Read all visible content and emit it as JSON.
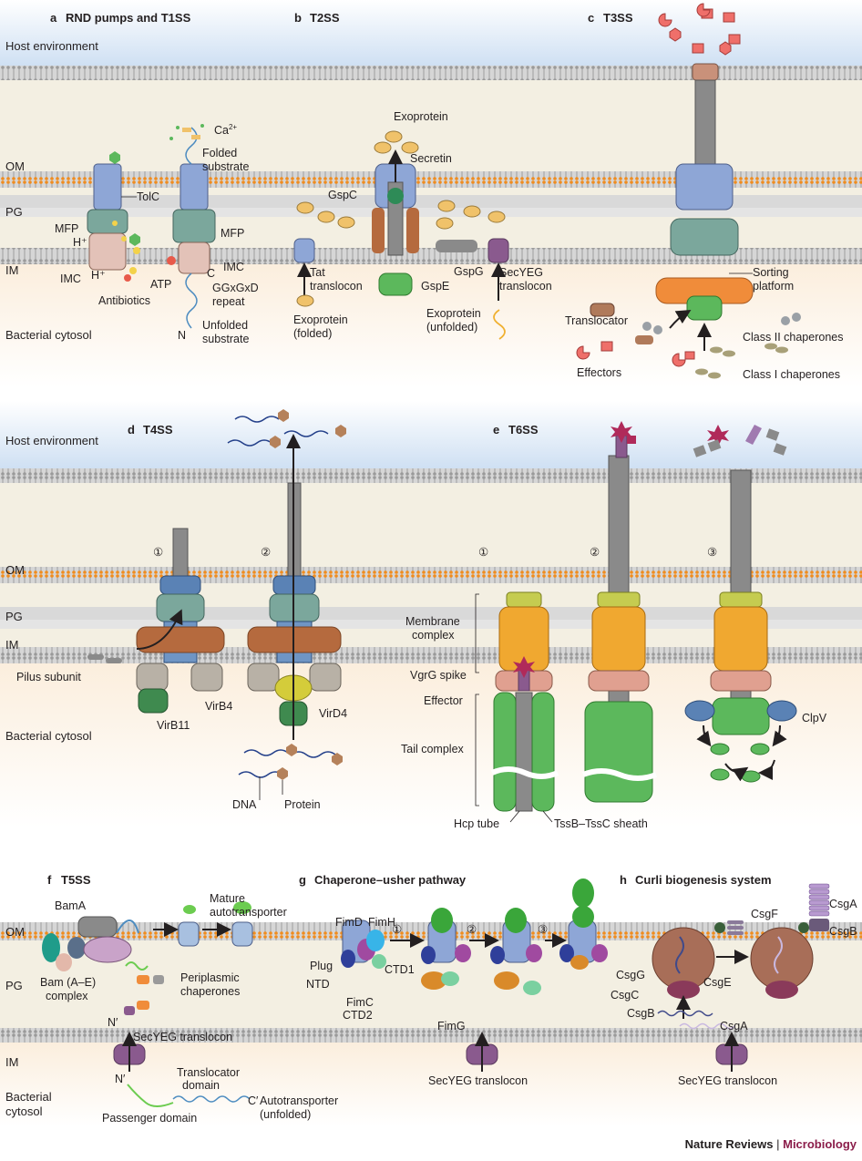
{
  "footer": {
    "journal": "Nature Reviews",
    "separator": "|",
    "section": "Microbiology"
  },
  "zones": {
    "host": "Host environment",
    "om": "OM",
    "pg": "PG",
    "im": "IM",
    "cytosol": "Bacterial cytosol",
    "cytosol_1": "Bacterial",
    "cytosol_2": "cytosol"
  },
  "panels": {
    "a": {
      "letter": "a",
      "title": "RND pumps and T1SS",
      "labels": {
        "ca": "Ca",
        "ca_sup": "2+",
        "folded1": "Folded",
        "folded2": "substrate",
        "tolc": "TolC",
        "mfp1": "MFP",
        "mfp2": "MFP",
        "hplus1": "H⁺",
        "hplus2": "H⁺",
        "imc1": "IMC",
        "imc2": "IMC",
        "atp": "ATP",
        "c": "C",
        "ggx1": "GGxGxD",
        "ggx2": "repeat",
        "antibiotics": "Antibiotics",
        "n": "N",
        "unfolded1": "Unfolded",
        "unfolded2": "substrate"
      }
    },
    "b": {
      "letter": "b",
      "title": "T2SS",
      "labels": {
        "exoprotein": "Exoprotein",
        "secretin": "Secretin",
        "gspc": "GspC",
        "tat1": "Tat",
        "tat2": "translocon",
        "gspg": "GspG",
        "gspe": "GspE",
        "secyeg1": "SecYEG",
        "secyeg2": "translocon",
        "exo_f1": "Exoprotein",
        "exo_f2": "(folded)",
        "exo_u1": "Exoprotein",
        "exo_u2": "(unfolded)"
      }
    },
    "c": {
      "letter": "c",
      "title": "T3SS",
      "labels": {
        "sorting1": "Sorting",
        "sorting2": "platform",
        "translocator": "Translocator",
        "class2": "Class II chaperones",
        "effectors": "Effectors",
        "class1": "Class I chaperones"
      }
    },
    "d": {
      "letter": "d",
      "title": "T4SS",
      "labels": {
        "n1": "①",
        "n2": "②",
        "pilus": "Pilus subunit",
        "virb4": "VirB4",
        "virb11": "VirB11",
        "vird4": "VirD4",
        "dna": "DNA",
        "protein": "Protein"
      }
    },
    "e": {
      "letter": "e",
      "title": "T6SS",
      "labels": {
        "n1": "①",
        "n2": "②",
        "n3": "③",
        "membrane1": "Membrane",
        "membrane2": "complex",
        "vgrg": "VgrG spike",
        "effector": "Effector",
        "tail": "Tail complex",
        "hcp": "Hcp tube",
        "tssb": "TssB–TssC sheath",
        "clpv": "ClpV"
      }
    },
    "f": {
      "letter": "f",
      "title": "T5SS",
      "labels": {
        "bama": "BamA",
        "mature1": "Mature",
        "mature2": "autotransporter",
        "bam1": "Bam (A–E)",
        "bam2": "complex",
        "peri1": "Periplasmic",
        "peri2": "chaperones",
        "nprime": "N′",
        "nprime2": "N′",
        "secyeg": "SecYEG translocon",
        "transl1": "Translocator",
        "transl2": "domain",
        "cprime": "C′",
        "auto1": "Autotransporter",
        "auto2": "(unfolded)",
        "passenger": "Passenger domain"
      }
    },
    "g": {
      "letter": "g",
      "title": "Chaperone–usher pathway",
      "labels": {
        "fimd": "FimD",
        "fimh": "FimH",
        "n1": "①",
        "n2": "②",
        "n3": "③",
        "plug": "Plug",
        "ntd": "NTD",
        "ctd1": "CTD1",
        "fimc": "FimC",
        "ctd2": "CTD2",
        "fimg": "FimG",
        "secyeg": "SecYEG translocon"
      }
    },
    "h": {
      "letter": "h",
      "title": "Curli biogenesis system",
      "labels": {
        "csgf": "CsgF",
        "csga_top": "CsgA",
        "csgb_top": "CsgB",
        "csgg": "CsgG",
        "csge": "CsgE",
        "csgc": "CsgC",
        "csgb": "CsgB",
        "csga": "CsgA",
        "secyeg": "SecYEG translocon"
      }
    }
  },
  "colors": {
    "membrane_head": "#f08c1e",
    "membrane_band": "#bdbdbd",
    "periplasm": "#f4f0e4",
    "host_sky": "#cfe0f3",
    "cytosol": "#fdf0e0",
    "tolc_blue": "#8ea6d6",
    "green": "#5cb85c",
    "orange": "#f08c3a",
    "teal": "#7ba79c",
    "salmon": "#ef6f6a",
    "purple": "#8a5a8e",
    "yellow": "#f0c26a",
    "grey": "#8a8a8a",
    "brown": "#b56a3e",
    "journal_magenta": "#8b1d4a"
  }
}
